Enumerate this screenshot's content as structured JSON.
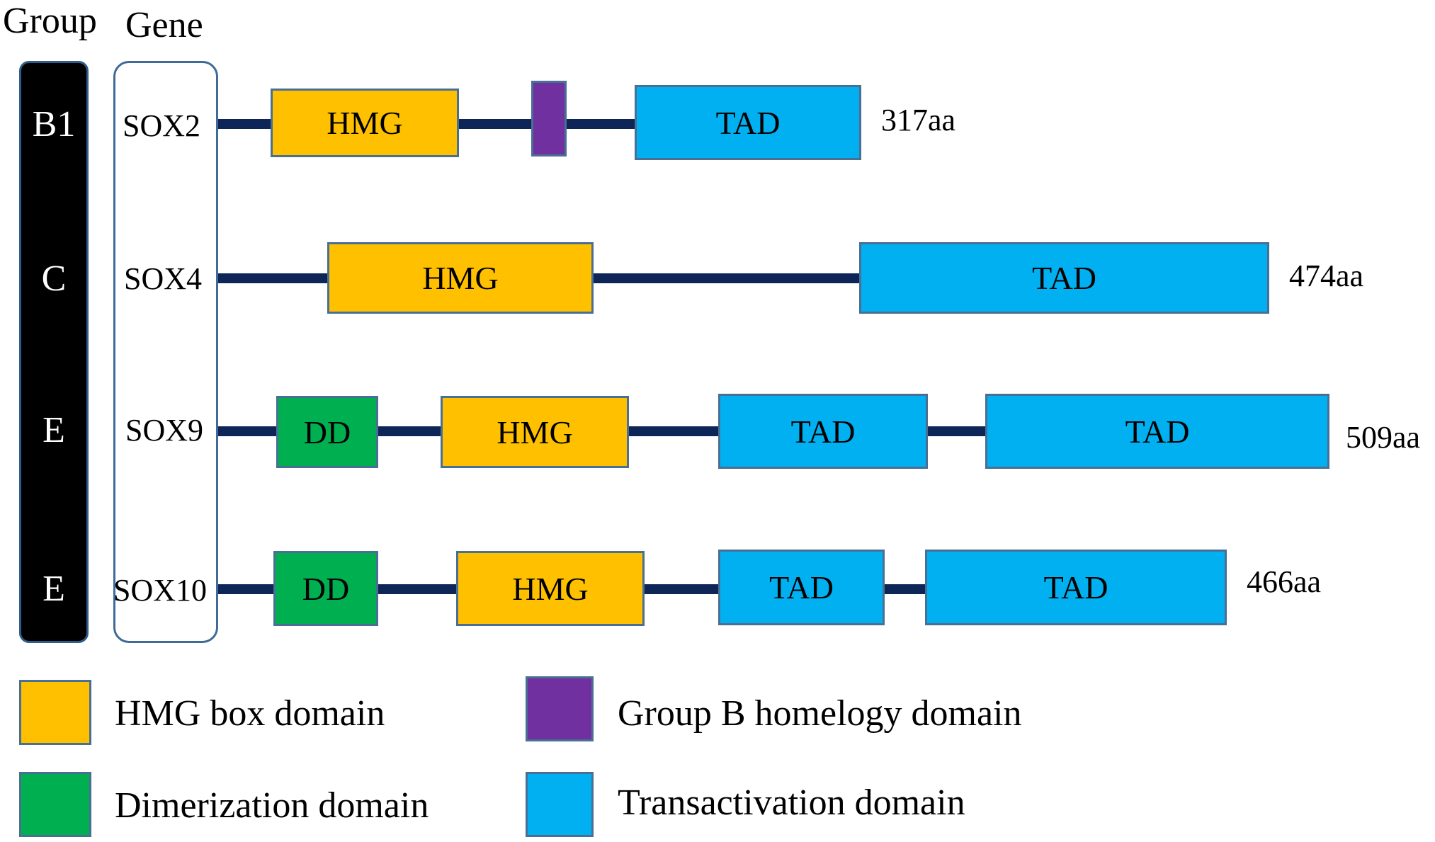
{
  "headers": {
    "group": "Group",
    "gene": "Gene"
  },
  "colors": {
    "HMG": "#ffc000",
    "GBH": "#7030a0",
    "DD": "#00b050",
    "TAD": "#00b0f0",
    "backbone": "#0d2557"
  },
  "rows": [
    {
      "group": "B1",
      "gene": "SOX2",
      "length": "317aa",
      "domains": [
        {
          "type": "HMG",
          "label": "HMG"
        },
        {
          "type": "GBH",
          "label": ""
        },
        {
          "type": "TAD",
          "label": "TAD"
        }
      ]
    },
    {
      "group": "C",
      "gene": "SOX4",
      "length": "474aa",
      "domains": [
        {
          "type": "HMG",
          "label": "HMG"
        },
        {
          "type": "TAD",
          "label": "TAD"
        }
      ]
    },
    {
      "group": "E",
      "gene": "SOX9",
      "length": "509aa",
      "domains": [
        {
          "type": "DD",
          "label": "DD"
        },
        {
          "type": "HMG",
          "label": "HMG"
        },
        {
          "type": "TAD",
          "label": "TAD"
        },
        {
          "type": "TAD",
          "label": "TAD"
        }
      ]
    },
    {
      "group": "E",
      "gene": "SOX10",
      "length": "466aa",
      "domains": [
        {
          "type": "DD",
          "label": "DD"
        },
        {
          "type": "HMG",
          "label": "HMG"
        },
        {
          "type": "TAD",
          "label": "TAD"
        },
        {
          "type": "TAD",
          "label": "TAD"
        }
      ]
    }
  ],
  "legend": [
    {
      "type": "HMG",
      "label": "HMG box domain"
    },
    {
      "type": "GBH",
      "label": "Group B homelogy domain"
    },
    {
      "type": "DD",
      "label": "Dimerization domain"
    },
    {
      "type": "TAD",
      "label": "Transactivation domain"
    }
  ]
}
